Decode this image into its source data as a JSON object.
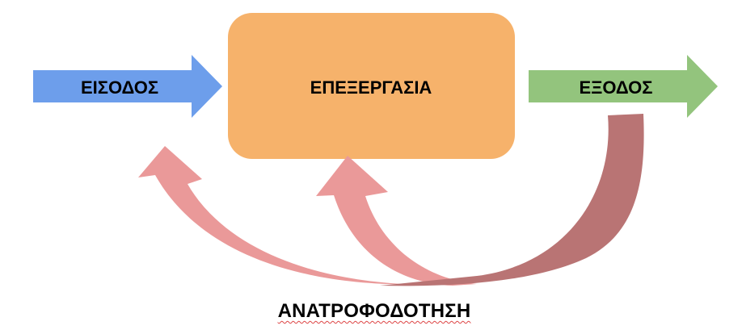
{
  "nodes": {
    "input": {
      "label": "ΕΙΣΟΔΟΣ"
    },
    "process": {
      "label": "ΕΠΕΞΕΡΓΑΣΙΑ"
    },
    "output": {
      "label": "ΕΞΟΔΟΣ"
    }
  },
  "feedback": {
    "label": "ΑΝΑΤΡΟΦΟΔΟΤΗΣΗ"
  },
  "colors": {
    "input": "#6d9eeb",
    "process": "#f6b26b",
    "output": "#93c47d",
    "feedback_light": "#ea9999",
    "feedback_dark": "#b97474"
  }
}
